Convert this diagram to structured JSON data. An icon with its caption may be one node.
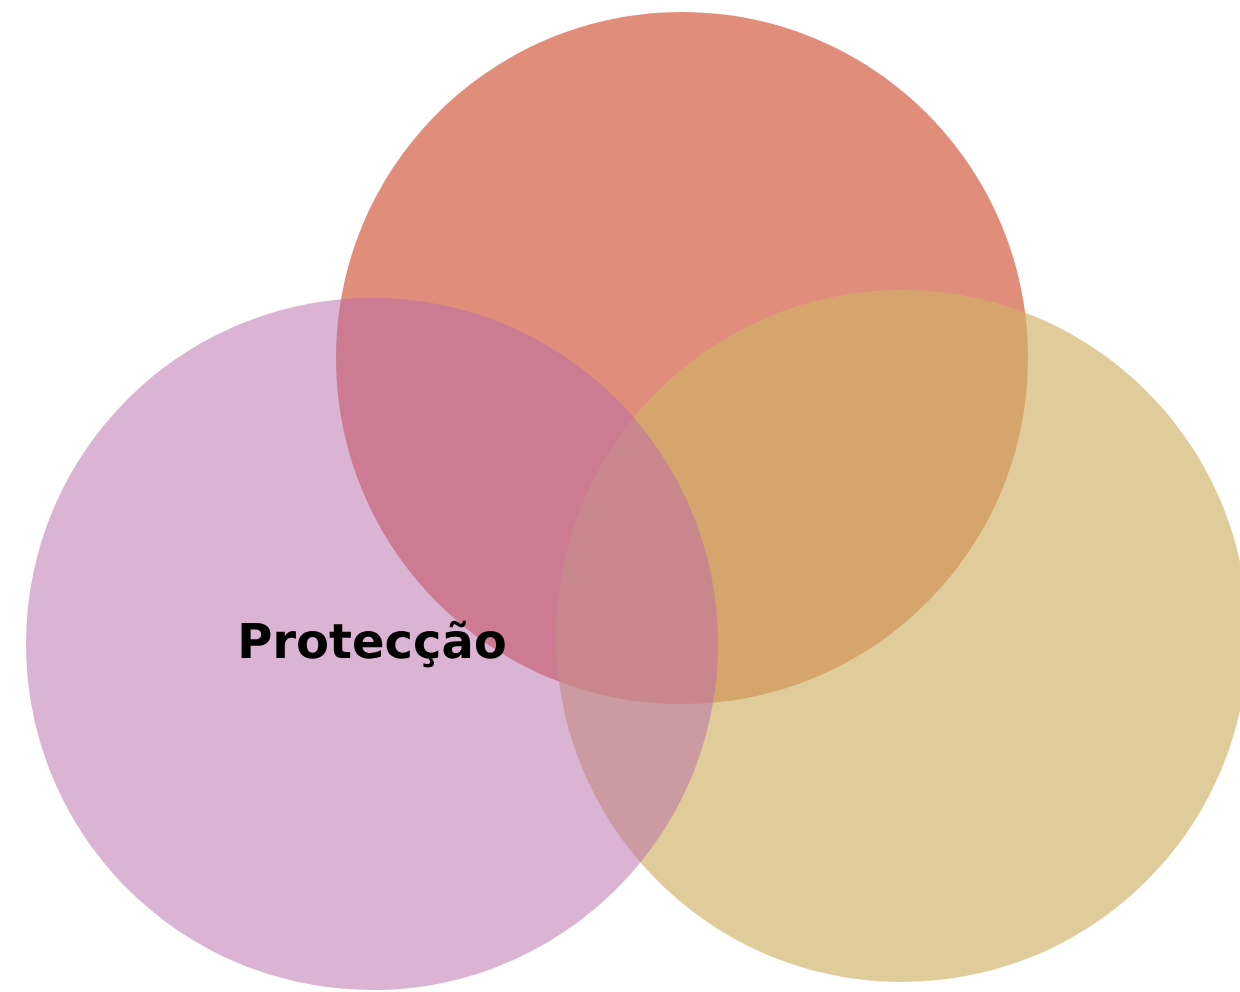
{
  "diagram": {
    "nodes": [
      {
        "text": [
          "Protecção"
        ]
      },
      {
        "text": [],
        "shape": "circle"
      },
      {
        "text": [],
        "shape": "circle"
      }
    ]
  }
}
